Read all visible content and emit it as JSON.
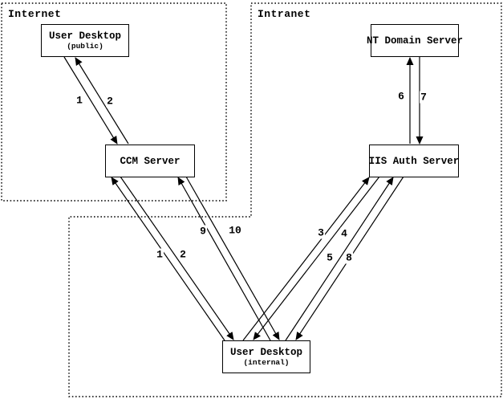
{
  "regions": {
    "internet": {
      "label": "Internet"
    },
    "intranet": {
      "label": "Intranet"
    }
  },
  "nodes": {
    "user_desktop_public": {
      "title": "User Desktop",
      "subtitle": "(public)"
    },
    "nt_domain_server": {
      "title": "NT Domain Server"
    },
    "ccm_server": {
      "title": "CCM Server"
    },
    "iis_auth_server": {
      "title": "IIS Auth Server"
    },
    "user_desktop_internal": {
      "title": "User Desktop",
      "subtitle": "(internal)"
    }
  },
  "arrow_labels": {
    "public_ccm": {
      "step1": "1",
      "step2": "2"
    },
    "nt_iis": {
      "step6": "6",
      "step7": "7"
    },
    "internal_ccm_pair_a": {
      "step1": "1",
      "step2": "2"
    },
    "internal_ccm_pair_b": {
      "step9": "9",
      "step10": "10"
    },
    "internal_iis_pair_c": {
      "step3": "3",
      "step4": "4"
    },
    "internal_iis_pair_d": {
      "step5": "5",
      "step8": "8"
    }
  },
  "colors": {
    "line": "#000000",
    "background": "#ffffff",
    "box_fill": "#ffffff",
    "box_border": "#000000",
    "text": "#000000"
  }
}
